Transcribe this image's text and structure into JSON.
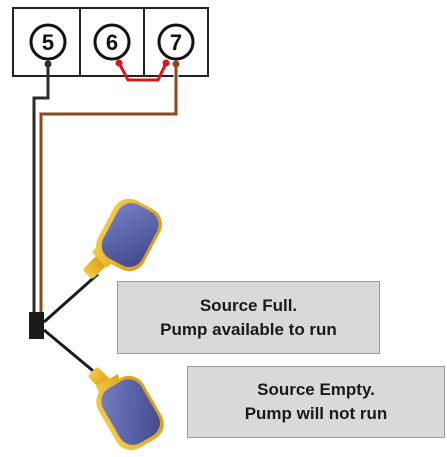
{
  "terminal_block": {
    "terminals": [
      {
        "label": "5"
      },
      {
        "label": "6"
      },
      {
        "label": "7"
      }
    ]
  },
  "notes": {
    "full": {
      "line1": "Source Full.",
      "line2": "Pump available to run"
    },
    "empty": {
      "line1": "Source Empty.",
      "line2": "Pump will not run"
    }
  },
  "colors": {
    "wire_black": "#2b2b2b",
    "wire_brown": "#8b4a1c",
    "jumper_red": "#e0141c",
    "float_body": "#5b63a8",
    "float_rim": "#e8b22a",
    "note_fill": "#d9d9d9"
  }
}
